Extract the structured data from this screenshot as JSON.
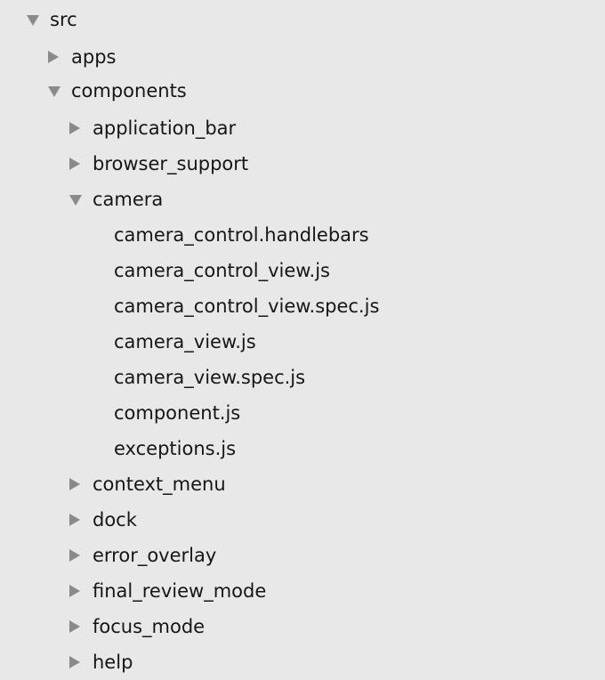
{
  "tree": {
    "src": "src",
    "apps": "apps",
    "components": "components",
    "application_bar": "application_bar",
    "browser_support": "browser_support",
    "camera": "camera",
    "files": [
      "camera_control.handlebars",
      "camera_control_view.js",
      "camera_control_view.spec.js",
      "camera_view.js",
      "camera_view.spec.js",
      "component.js",
      "exceptions.js"
    ],
    "context_menu": "context_menu",
    "dock": "dock",
    "error_overlay": "error_overlay",
    "final_review_mode": "final_review_mode",
    "focus_mode": "focus_mode",
    "help": "help"
  },
  "icons": {
    "expanded": "chevron-down-icon",
    "collapsed": "chevron-right-icon",
    "arrow_color": "#8a8a8a"
  },
  "colors": {
    "background": "#e8e8e8",
    "text": "#161616"
  }
}
